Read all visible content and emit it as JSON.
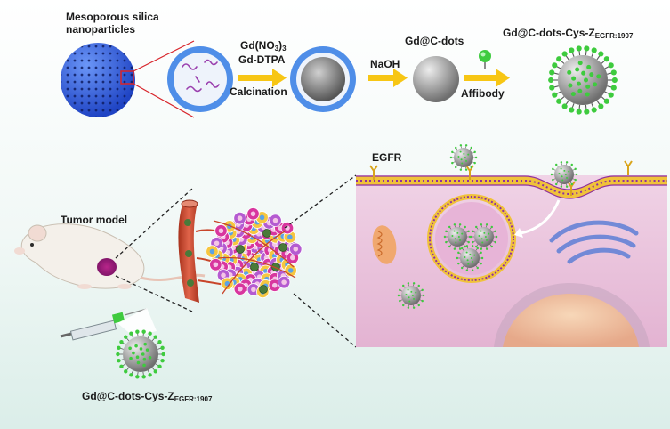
{
  "labels": {
    "msn_line1": "Mesoporous silica",
    "msn_line2": "nanoparticles",
    "gd_no3_main": "Gd(NO",
    "gd_no3_sub": "3",
    "gd_no3_close": ")",
    "gd_no3_sub2": "3",
    "gd_dtpa": "Gd-DTPA",
    "calcination": "Calcination",
    "naoh": "NaOH",
    "gd_cdots": "Gd@C-dots",
    "affibody": "Affibody",
    "product_main": "Gd@C-dots-Cys-Z",
    "product_sub": "EGFR:1907",
    "egfr": "EGFR",
    "tumor_model": "Tumor model",
    "injected_main": "Gd@C-dots-Cys-Z",
    "injected_sub": "EGFR:1907"
  },
  "colors": {
    "silica_blue": "#2a5de0",
    "shell_blue": "#4f8ee8",
    "gray_core": "#8a8a8a",
    "affibody_green": "#3ecb3e",
    "arrow_yellow": "#f7c614",
    "membrane_purple": "#8e2fa0",
    "cell_bg": "#ecc6de",
    "vessel_red": "#c8452a",
    "tumor_yellow": "#f6c640",
    "tumor_magenta": "#d8369e"
  }
}
